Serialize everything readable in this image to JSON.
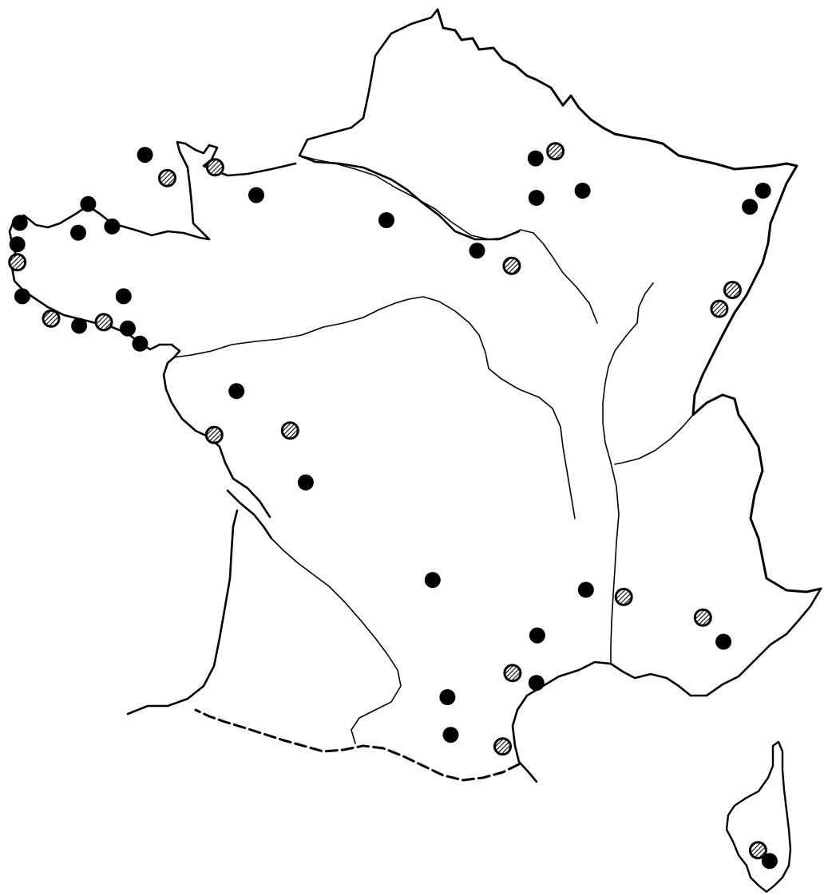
{
  "map": {
    "colors": {
      "ink": "#000000",
      "paper": "#ffffff",
      "hatched_fill": "#6e6e6e"
    },
    "marker_types": [
      "solid-dot",
      "hatched-dot"
    ],
    "sites": [
      {
        "type": "solid",
        "u": 0.176,
        "v": 0.173
      },
      {
        "type": "hatched",
        "u": 0.203,
        "v": 0.199
      },
      {
        "type": "hatched",
        "u": 0.261,
        "v": 0.187
      },
      {
        "type": "solid",
        "u": 0.311,
        "v": 0.218
      },
      {
        "type": "solid",
        "u": 0.469,
        "v": 0.246
      },
      {
        "type": "solid",
        "u": 0.65,
        "v": 0.177
      },
      {
        "type": "hatched",
        "u": 0.674,
        "v": 0.169
      },
      {
        "type": "solid",
        "u": 0.651,
        "v": 0.221
      },
      {
        "type": "solid",
        "u": 0.707,
        "v": 0.213
      },
      {
        "type": "solid",
        "u": 0.579,
        "v": 0.28
      },
      {
        "type": "hatched",
        "u": 0.621,
        "v": 0.297
      },
      {
        "type": "solid",
        "u": 0.926,
        "v": 0.213
      },
      {
        "type": "solid",
        "u": 0.91,
        "v": 0.231
      },
      {
        "type": "hatched",
        "u": 0.889,
        "v": 0.324
      },
      {
        "type": "hatched",
        "u": 0.873,
        "v": 0.345
      },
      {
        "type": "solid",
        "u": 0.107,
        "v": 0.228
      },
      {
        "type": "solid",
        "u": 0.136,
        "v": 0.253
      },
      {
        "type": "solid",
        "u": 0.095,
        "v": 0.26
      },
      {
        "type": "solid",
        "u": 0.024,
        "v": 0.249
      },
      {
        "type": "solid",
        "u": 0.021,
        "v": 0.273
      },
      {
        "type": "hatched",
        "u": 0.021,
        "v": 0.293
      },
      {
        "type": "solid",
        "u": 0.027,
        "v": 0.331
      },
      {
        "type": "solid",
        "u": 0.15,
        "v": 0.331
      },
      {
        "type": "hatched",
        "u": 0.062,
        "v": 0.356
      },
      {
        "type": "solid",
        "u": 0.096,
        "v": 0.364
      },
      {
        "type": "hatched",
        "u": 0.126,
        "v": 0.36
      },
      {
        "type": "solid",
        "u": 0.155,
        "v": 0.367
      },
      {
        "type": "solid",
        "u": 0.17,
        "v": 0.384
      },
      {
        "type": "solid",
        "u": 0.287,
        "v": 0.437
      },
      {
        "type": "hatched",
        "u": 0.26,
        "v": 0.486
      },
      {
        "type": "hatched",
        "u": 0.352,
        "v": 0.481
      },
      {
        "type": "solid",
        "u": 0.371,
        "v": 0.539
      },
      {
        "type": "solid",
        "u": 0.525,
        "v": 0.648
      },
      {
        "type": "solid",
        "u": 0.711,
        "v": 0.659
      },
      {
        "type": "hatched",
        "u": 0.757,
        "v": 0.667
      },
      {
        "type": "solid",
        "u": 0.652,
        "v": 0.71
      },
      {
        "type": "hatched",
        "u": 0.622,
        "v": 0.752
      },
      {
        "type": "solid",
        "u": 0.651,
        "v": 0.763
      },
      {
        "type": "solid",
        "u": 0.543,
        "v": 0.779
      },
      {
        "type": "solid",
        "u": 0.547,
        "v": 0.821
      },
      {
        "type": "hatched",
        "u": 0.61,
        "v": 0.834
      },
      {
        "type": "hatched",
        "u": 0.853,
        "v": 0.69
      },
      {
        "type": "solid",
        "u": 0.878,
        "v": 0.717
      },
      {
        "type": "hatched",
        "u": 0.92,
        "v": 0.95
      },
      {
        "type": "solid",
        "u": 0.934,
        "v": 0.962
      }
    ]
  }
}
